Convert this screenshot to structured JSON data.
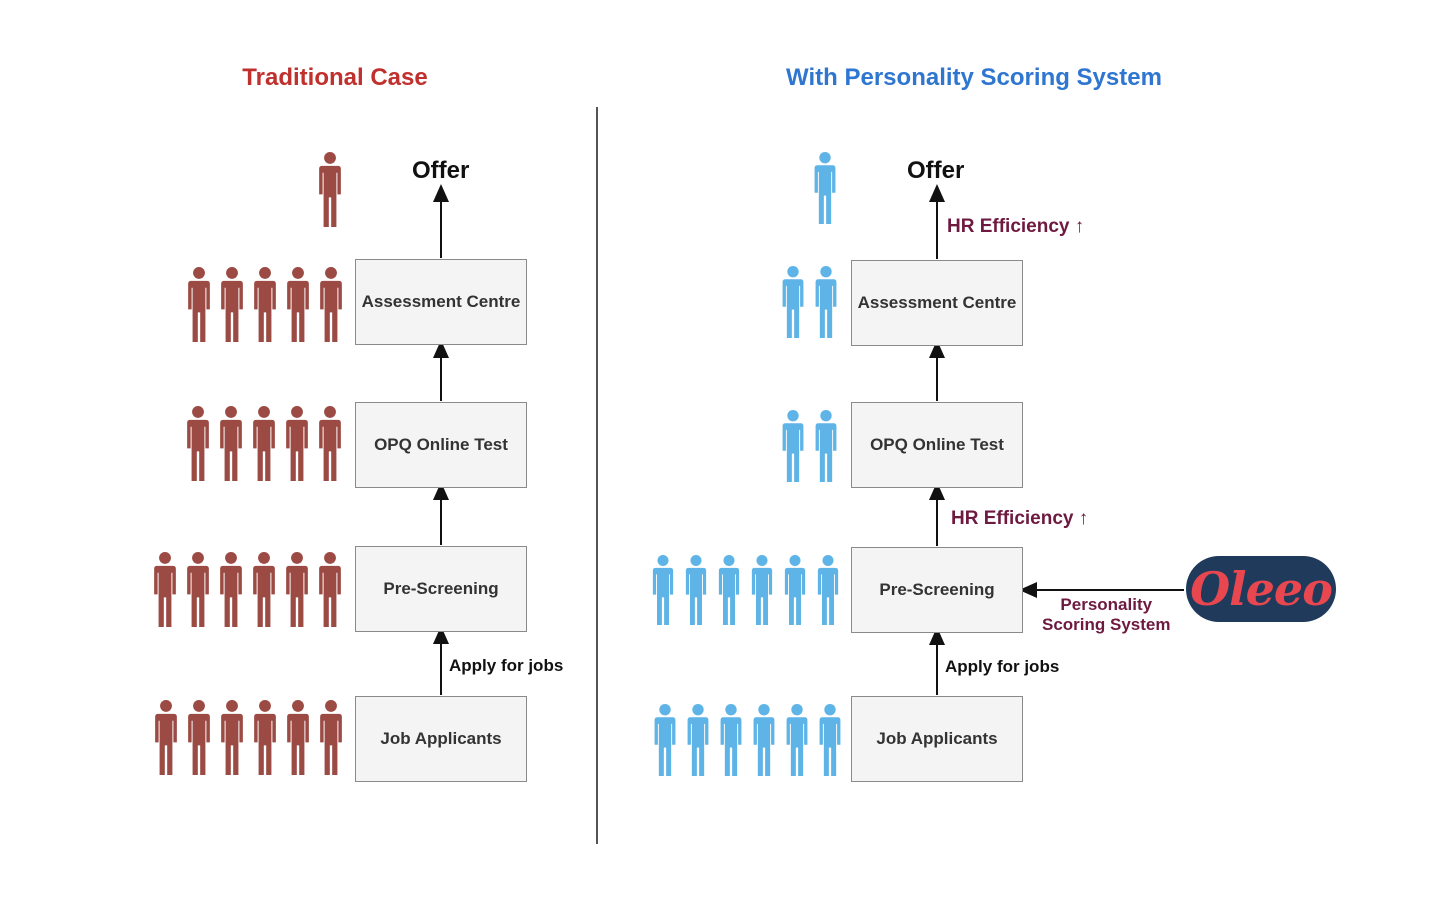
{
  "titles": {
    "left": "Traditional Case",
    "right": "With Personality Scoring System"
  },
  "colors": {
    "left_title": "#c0302d",
    "right_title": "#2f76d0",
    "left_people": "#9b4a44",
    "right_people": "#5eb4e6",
    "hr_label": "#6e1a40",
    "logo_background": "#1f3a5a",
    "logo_text": "#e8474f"
  },
  "icons": {
    "person": "person-icon",
    "arrow": "arrow-up-icon"
  },
  "offer_label": "Offer",
  "stages": {
    "assessment": "Assessment Centre",
    "opq": "OPQ Online Test",
    "prescreen": "Pre-Screening",
    "applicants": "Job Applicants"
  },
  "apply_label": "Apply for jobs",
  "hr_efficiency_label": "HR Efficiency ↑",
  "personality_scoring_label": {
    "line1": "Personality",
    "line2": "Scoring System"
  },
  "logo_text": "Oleeo",
  "people_counts": {
    "left": {
      "offer": 1,
      "assessment": 5,
      "opq": 5,
      "prescreen": 6,
      "applicants": 6
    },
    "right": {
      "offer": 1,
      "assessment": 2,
      "opq": 2,
      "prescreen": 6,
      "applicants": 6
    }
  }
}
